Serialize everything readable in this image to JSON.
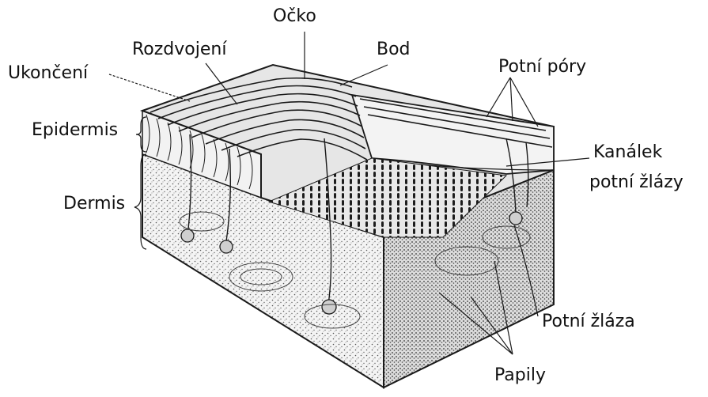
{
  "labels": {
    "ocko": "Očko",
    "rozdvojeni": "Rozdvojení",
    "bod": "Bod",
    "ukonceni": "Ukončení",
    "potni_pory": "Potní póry",
    "epidermis": "Epidermis",
    "kanalek_line1": "Kanálek",
    "kanalek_line2": "potní žlázy",
    "dermis": "Dermis",
    "potni_zlaza": "Potní žláza",
    "papily": "Papily"
  },
  "colors": {
    "ink": "#1a1a1a",
    "skin_light": "#f1f1f1",
    "skin_mid": "#cfcfcf",
    "skin_dark": "#7a7a7a",
    "background": "#ffffff"
  }
}
